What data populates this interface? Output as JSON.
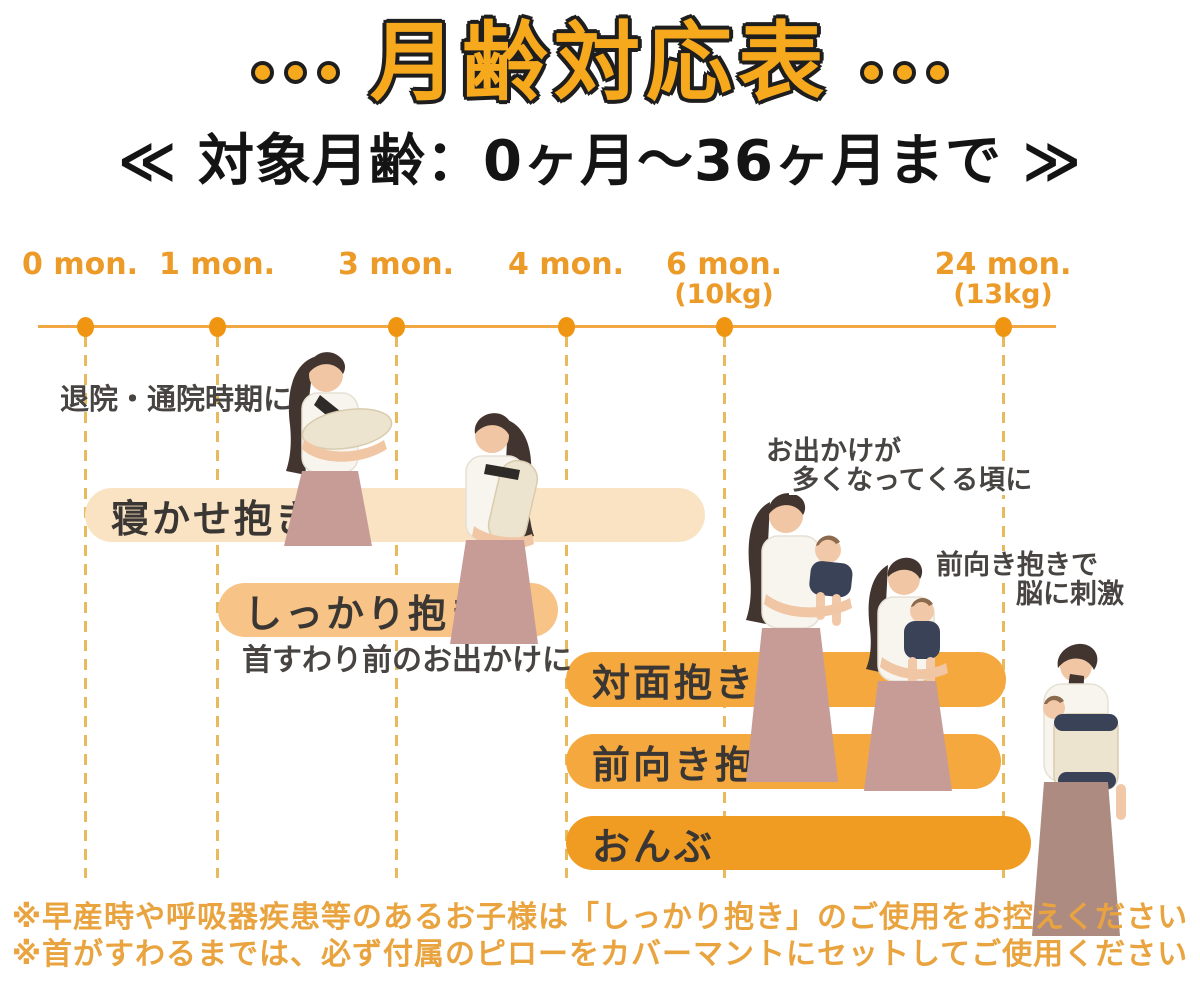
{
  "header": {
    "title": "月齢対応表",
    "subtitle": "≪ 対象月齢：0ヶ月〜36ヶ月まで ≫"
  },
  "colors": {
    "title_gold": "#F6A91C",
    "timeline_orange": "#EF9512",
    "dashed_guide": "#E8BA5E",
    "bar_light_peach": "#FAE3C3",
    "bar_medium_orange": "#F7C386",
    "bar_orange": "#F5A83E",
    "bar_deep_orange": "#F09B22",
    "note_orange": "#E9A440",
    "annotation_dark": "#474442"
  },
  "timeline": {
    "milestones": [
      {
        "label": "0 mon.",
        "sub": ""
      },
      {
        "label": "1 mon.",
        "sub": ""
      },
      {
        "label": "3 mon.",
        "sub": ""
      },
      {
        "label": "4 mon.",
        "sub": ""
      },
      {
        "label": "6 mon.",
        "sub": "(10kg)"
      },
      {
        "label": "24 mon.",
        "sub": "(13kg)"
      }
    ]
  },
  "bars": [
    {
      "label": "寝かせ抱き",
      "color": "#FAE3C3"
    },
    {
      "label": "しっかり抱き",
      "color": "#F7C386"
    },
    {
      "label": "対面抱き",
      "color": "#F5A83E"
    },
    {
      "label": "前向き抱き",
      "color": "#F5A83E"
    },
    {
      "label": "おんぶ",
      "color": "#F09B22"
    }
  ],
  "annotations": {
    "discharge": "退院・通院時期に",
    "before_neck_control": "首すわり前のお出かけに",
    "outings_line1": "お出かけが",
    "outings_line2": "多くなってくる頃に",
    "forward_line1": "前向き抱きで",
    "forward_line2": "脳に刺激"
  },
  "notes": [
    "※早産時や呼吸器疾患等のあるお子様は「しっかり抱き」のご使用をお控えください",
    "※首がすわるまでは、必ず付属のピローをカバーマントにセットしてご使用ください"
  ]
}
